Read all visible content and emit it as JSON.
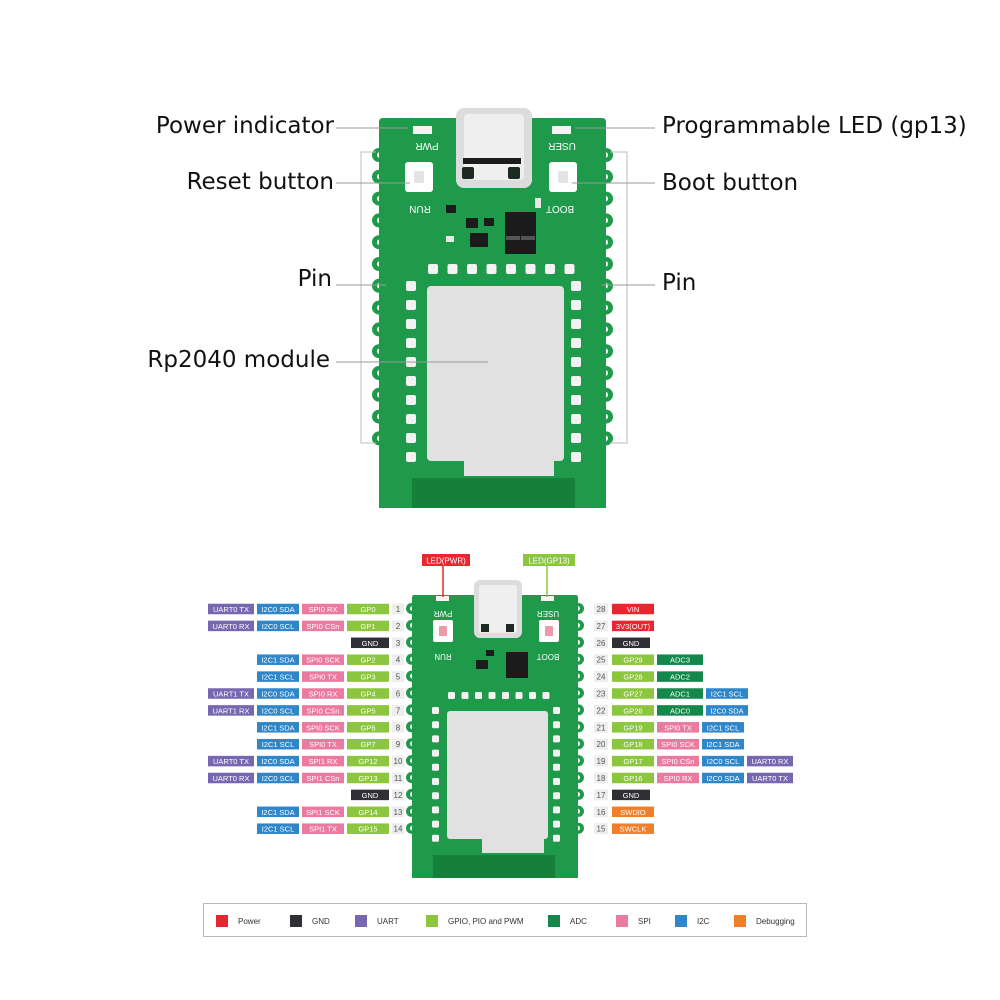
{
  "callouts": {
    "power_indicator": "Power indicator",
    "programmable_led": "Programmable LED (gp13)",
    "reset_button": "Reset button",
    "boot_button": "Boot button",
    "pin_left": "Pin",
    "pin_right": "Pin",
    "rp2040_module": "Rp2040 module"
  },
  "silkscreen": {
    "pwr": "PWR",
    "user": "USER",
    "run": "RUN",
    "boot": "BOOT"
  },
  "top_badges": {
    "led_pwr": "LED(PWR)",
    "led_gp13": "LED(GP13)"
  },
  "colors": {
    "pcb_green": "#1e9a4a",
    "pcb_dark": "#14803a",
    "power": "#e8262f",
    "gnd": "#2f2f35",
    "uart": "#7667b0",
    "gpio": "#8cc63f",
    "adc": "#14884a",
    "spi": "#ea7aa0",
    "i2c": "#2f86c9",
    "debug": "#f07f2c"
  },
  "left_pins": [
    {
      "num": "1",
      "tags": [
        {
          "t": "UART0 TX",
          "c": "uart"
        },
        {
          "t": "I2C0 SDA",
          "c": "i2c"
        },
        {
          "t": "SPI0 RX",
          "c": "spi"
        },
        {
          "t": "GP0",
          "c": "gpio"
        }
      ]
    },
    {
      "num": "2",
      "tags": [
        {
          "t": "UART0 RX",
          "c": "uart"
        },
        {
          "t": "I2C0 SCL",
          "c": "i2c"
        },
        {
          "t": "SPI0 CSn",
          "c": "spi"
        },
        {
          "t": "GP1",
          "c": "gpio"
        }
      ]
    },
    {
      "num": "3",
      "tags": [
        {
          "t": "GND",
          "c": "gnd"
        }
      ]
    },
    {
      "num": "4",
      "tags": [
        {
          "t": "I2C1 SDA",
          "c": "i2c"
        },
        {
          "t": "SPI0 SCK",
          "c": "spi"
        },
        {
          "t": "GP2",
          "c": "gpio"
        }
      ]
    },
    {
      "num": "5",
      "tags": [
        {
          "t": "I2C1 SCL",
          "c": "i2c"
        },
        {
          "t": "SPI0 TX",
          "c": "spi"
        },
        {
          "t": "GP3",
          "c": "gpio"
        }
      ]
    },
    {
      "num": "6",
      "tags": [
        {
          "t": "UART1 TX",
          "c": "uart"
        },
        {
          "t": "I2C0 SDA",
          "c": "i2c"
        },
        {
          "t": "SPI0 RX",
          "c": "spi"
        },
        {
          "t": "GP4",
          "c": "gpio"
        }
      ]
    },
    {
      "num": "7",
      "tags": [
        {
          "t": "UART1 RX",
          "c": "uart"
        },
        {
          "t": "I2C0 SCL",
          "c": "i2c"
        },
        {
          "t": "SPI0 CSn",
          "c": "spi"
        },
        {
          "t": "GP5",
          "c": "gpio"
        }
      ]
    },
    {
      "num": "8",
      "tags": [
        {
          "t": "I2C1 SDA",
          "c": "i2c"
        },
        {
          "t": "SPI0 SCK",
          "c": "spi"
        },
        {
          "t": "GP6",
          "c": "gpio"
        }
      ]
    },
    {
      "num": "9",
      "tags": [
        {
          "t": "I2C1 SCL",
          "c": "i2c"
        },
        {
          "t": "SPI0 TX",
          "c": "spi"
        },
        {
          "t": "GP7",
          "c": "gpio"
        }
      ]
    },
    {
      "num": "10",
      "tags": [
        {
          "t": "UART0 TX",
          "c": "uart"
        },
        {
          "t": "I2C0 SDA",
          "c": "i2c"
        },
        {
          "t": "SPI1 RX",
          "c": "spi"
        },
        {
          "t": "GP12",
          "c": "gpio"
        }
      ]
    },
    {
      "num": "11",
      "tags": [
        {
          "t": "UART0 RX",
          "c": "uart"
        },
        {
          "t": "I2C0 SCL",
          "c": "i2c"
        },
        {
          "t": "SPI1 CSn",
          "c": "spi"
        },
        {
          "t": "GP13",
          "c": "gpio"
        }
      ]
    },
    {
      "num": "12",
      "tags": [
        {
          "t": "GND",
          "c": "gnd"
        }
      ]
    },
    {
      "num": "13",
      "tags": [
        {
          "t": "I2C1 SDA",
          "c": "i2c"
        },
        {
          "t": "SPI1 SCK",
          "c": "spi"
        },
        {
          "t": "GP14",
          "c": "gpio"
        }
      ]
    },
    {
      "num": "14",
      "tags": [
        {
          "t": "I2C1 SCL",
          "c": "i2c"
        },
        {
          "t": "SPI1 TX",
          "c": "spi"
        },
        {
          "t": "GP15",
          "c": "gpio"
        }
      ]
    }
  ],
  "right_pins": [
    {
      "num": "28",
      "tags": [
        {
          "t": "VIN",
          "c": "power"
        }
      ]
    },
    {
      "num": "27",
      "tags": [
        {
          "t": "3V3(OUT)",
          "c": "power"
        }
      ]
    },
    {
      "num": "26",
      "tags": [
        {
          "t": "GND",
          "c": "gnd"
        }
      ]
    },
    {
      "num": "25",
      "tags": [
        {
          "t": "GP29",
          "c": "gpio"
        },
        {
          "t": "ADC3",
          "c": "adc"
        }
      ]
    },
    {
      "num": "24",
      "tags": [
        {
          "t": "GP28",
          "c": "gpio"
        },
        {
          "t": "ADC2",
          "c": "adc"
        }
      ]
    },
    {
      "num": "23",
      "tags": [
        {
          "t": "GP27",
          "c": "gpio"
        },
        {
          "t": "ADC1",
          "c": "adc"
        },
        {
          "t": "I2C1 SCL",
          "c": "i2c"
        }
      ]
    },
    {
      "num": "22",
      "tags": [
        {
          "t": "GP26",
          "c": "gpio"
        },
        {
          "t": "ADC0",
          "c": "adc"
        },
        {
          "t": "I2C0 SDA",
          "c": "i2c"
        }
      ]
    },
    {
      "num": "21",
      "tags": [
        {
          "t": "GP19",
          "c": "gpio"
        },
        {
          "t": "SPI0 TX",
          "c": "spi"
        },
        {
          "t": "I2C1 SCL",
          "c": "i2c"
        }
      ]
    },
    {
      "num": "20",
      "tags": [
        {
          "t": "GP18",
          "c": "gpio"
        },
        {
          "t": "SPI0 SCK",
          "c": "spi"
        },
        {
          "t": "I2C1 SDA",
          "c": "i2c"
        }
      ]
    },
    {
      "num": "19",
      "tags": [
        {
          "t": "GP17",
          "c": "gpio"
        },
        {
          "t": "SPI0 CSn",
          "c": "spi"
        },
        {
          "t": "I2C0 SCL",
          "c": "i2c"
        },
        {
          "t": "UART0 RX",
          "c": "uart"
        }
      ]
    },
    {
      "num": "18",
      "tags": [
        {
          "t": "GP16",
          "c": "gpio"
        },
        {
          "t": "SPI0 RX",
          "c": "spi"
        },
        {
          "t": "I2C0 SDA",
          "c": "i2c"
        },
        {
          "t": "UART0 TX",
          "c": "uart"
        }
      ]
    },
    {
      "num": "17",
      "tags": [
        {
          "t": "GND",
          "c": "gnd"
        }
      ]
    },
    {
      "num": "16",
      "tags": [
        {
          "t": "SWDIO",
          "c": "debug"
        }
      ]
    },
    {
      "num": "15",
      "tags": [
        {
          "t": "SWCLK",
          "c": "debug"
        }
      ]
    }
  ],
  "legend": [
    {
      "label": "Power",
      "c": "power"
    },
    {
      "label": "GND",
      "c": "gnd"
    },
    {
      "label": "UART",
      "c": "uart"
    },
    {
      "label": "GPIO, PIO and PWM",
      "c": "gpio"
    },
    {
      "label": "ADC",
      "c": "adc"
    },
    {
      "label": "SPI",
      "c": "spi"
    },
    {
      "label": "I2C",
      "c": "i2c"
    },
    {
      "label": "Debugging",
      "c": "debug"
    }
  ]
}
